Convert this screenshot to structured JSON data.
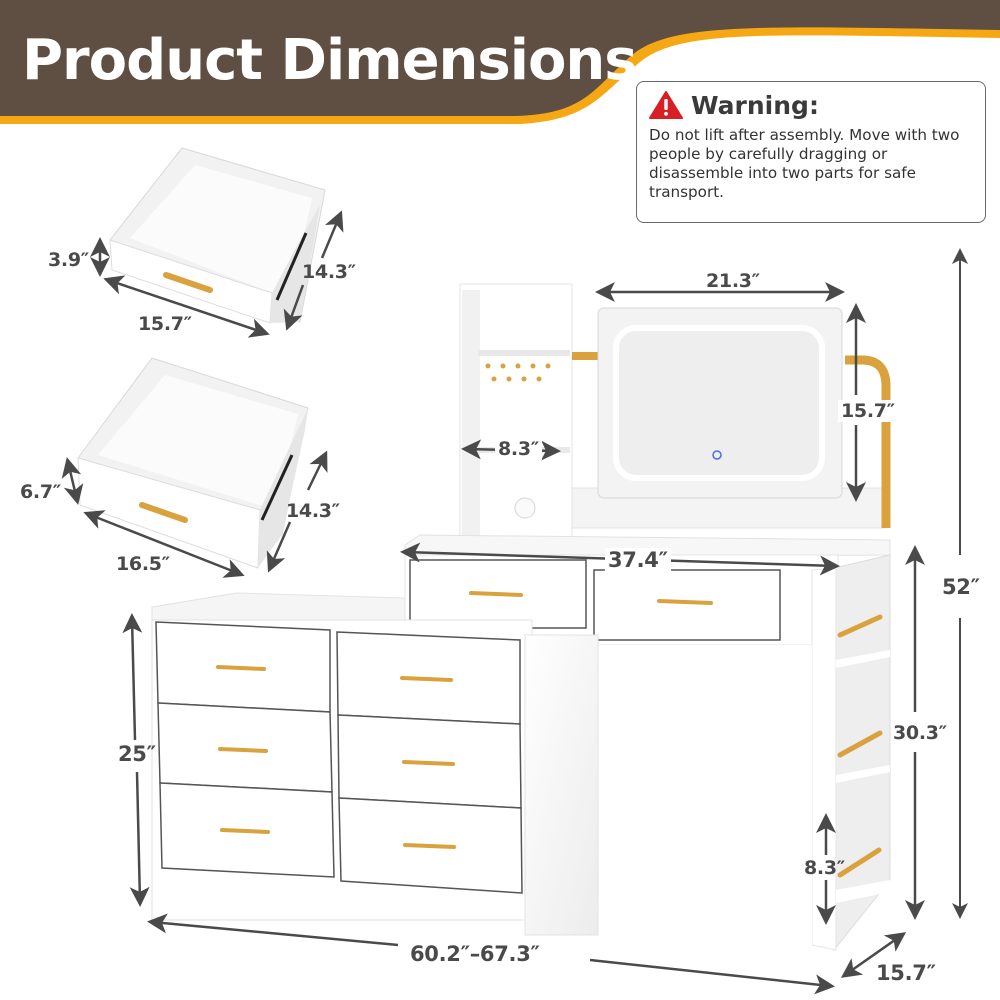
{
  "header": {
    "title": "Product Dimensions",
    "banner_color": "#5f4e42",
    "accent_color": "#f5a814"
  },
  "warning": {
    "icon": "warning-triangle-icon",
    "icon_color": "#d81f26",
    "title": "Warning:",
    "text": "Do not lift after assembly. Move with two people by carefully dragging or disassemble into two parts for safe transport."
  },
  "small_drawer": {
    "height": "3.9″",
    "depth": "14.3″",
    "width": "15.7″"
  },
  "large_drawer": {
    "height": "6.7″",
    "depth": "14.3″",
    "width": "16.5″"
  },
  "vanity": {
    "mirror_width": "21.3″",
    "mirror_height": "15.7″",
    "shelf_width": "8.3″",
    "desk_width": "37.4″",
    "total_height": "52″",
    "desk_height": "30.3″",
    "side_shelf_height": "8.3″",
    "dresser_height": "25″",
    "total_width": "60.2″–67.3″",
    "depth": "15.7″"
  },
  "colors": {
    "furniture": "#ffffff",
    "furniture_shade": "#e9e9e9",
    "handle": "#d9a23c",
    "arrow": "#4a4a4a",
    "mirror_touch": "#4a6ee0"
  }
}
